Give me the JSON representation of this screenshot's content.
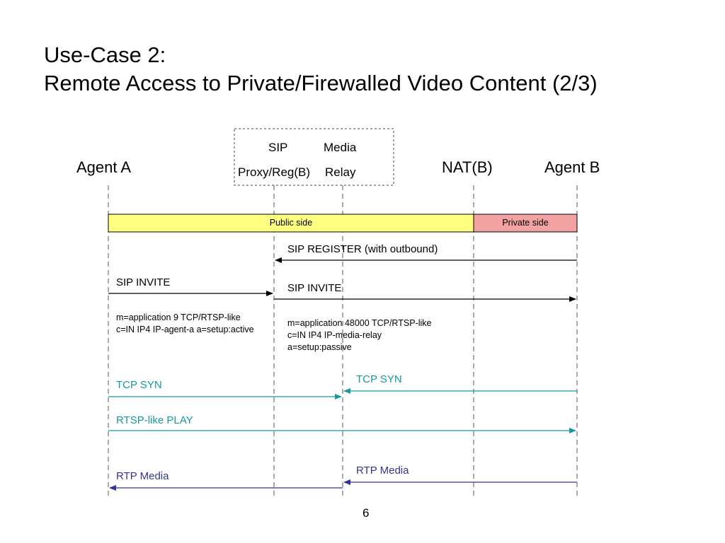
{
  "slide": {
    "title_line1": "Use-Case 2:",
    "title_line2": "Remote Access to Private/Firewalled Video Content (2/3)",
    "page_number": "6"
  },
  "entities": {
    "agent_a": "Agent A",
    "sip_top": "SIP",
    "sip_bottom": "Proxy/Reg(B)",
    "media_top": "Media",
    "media_bottom": "Relay",
    "nat_b": "NAT(B)",
    "agent_b": "Agent B"
  },
  "bands": {
    "public": "Public side",
    "private": "Private side",
    "public_color": "#ffff80",
    "private_color": "#f4a3a3"
  },
  "messages": {
    "register": "SIP REGISTER (with outbound)",
    "invite_a": "SIP INVITE",
    "invite_b": "SIP INVITE",
    "sdp_a": [
      "m=application 9 TCP/RTSP-like",
      "c=IN IP4 IP-agent-a a=setup:active"
    ],
    "sdp_b": [
      "m=application 48000 TCP/RTSP-like",
      "c=IN IP4 IP-media-relay",
      "a=setup:passive"
    ],
    "tcp_syn_a": "TCP SYN",
    "tcp_syn_b": "TCP SYN",
    "rtsp_play": "RTSP-like PLAY",
    "rtp_a": "RTP Media",
    "rtp_b": "RTP Media"
  },
  "colors": {
    "teal": "#159a9c",
    "navy": "#33348e",
    "black": "#000000"
  }
}
